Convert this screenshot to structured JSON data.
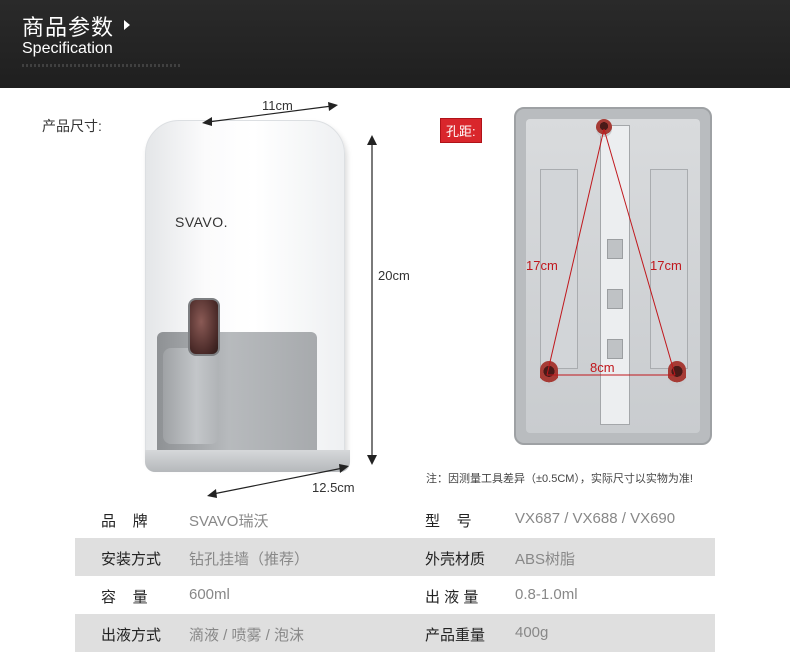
{
  "header": {
    "title_cn": "商品参数",
    "title_en": "Specification"
  },
  "labels": {
    "size": "产品尺寸:",
    "hole_distance": "孔距:"
  },
  "product": {
    "logo": "SVAVO."
  },
  "dimensions": {
    "width": "11cm",
    "height": "20cm",
    "depth": "12.5cm"
  },
  "holes": {
    "left_diag": "17cm",
    "right_diag": "17cm",
    "between": "8cm"
  },
  "note": "注：因测量工具差异（±0.5CM），实际尺寸以实物为准!",
  "specs": [
    {
      "k1": "品    牌",
      "v1": "SVAVO瑞沃",
      "k2": "型    号",
      "v2": "VX687 / VX688 / VX690"
    },
    {
      "k1": "安装方式",
      "v1": "钻孔挂墙（推荐）",
      "k2": "外壳材质",
      "v2": "ABS树脂"
    },
    {
      "k1": "容    量",
      "v1": "600ml",
      "k2": "出 液 量",
      "v2": "0.8-1.0ml"
    },
    {
      "k1": "出液方式",
      "v1": "滴液 / 喷雾 / 泡沫",
      "k2": "产品重量",
      "v2": "400g"
    }
  ],
  "colors": {
    "header_bg": "#222222",
    "accent_red": "#d9262c",
    "row_shade": "#dfdfdf"
  }
}
